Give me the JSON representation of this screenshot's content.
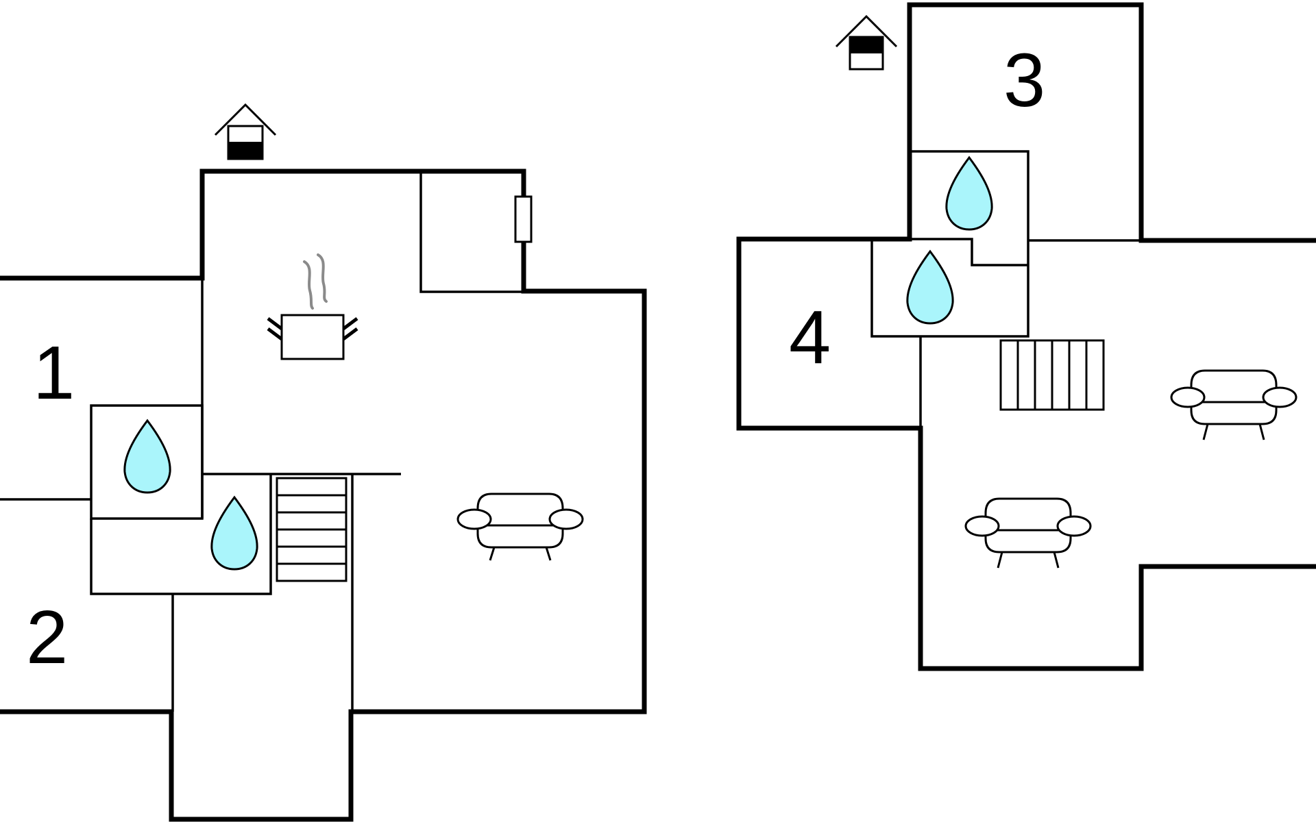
{
  "floorplan": {
    "ground_floor": {
      "rooms": [
        {
          "label": "1"
        },
        {
          "label": "2"
        }
      ],
      "icons": [
        "entrance-icon",
        "kitchen-pot-icon",
        "bathroom-drop-icon",
        "bathroom-drop-icon",
        "stairs-icon",
        "sofa-icon"
      ]
    },
    "upper_floor": {
      "rooms": [
        {
          "label": "3"
        },
        {
          "label": "4"
        }
      ],
      "icons": [
        "entrance-icon",
        "bathroom-drop-icon",
        "bathroom-drop-icon",
        "stairs-icon",
        "sofa-icon",
        "sofa-icon"
      ]
    },
    "colors": {
      "wall": "#000000",
      "water": "#aaf5fb",
      "steam": "#8a8a8a",
      "background": "#ffffff"
    }
  }
}
